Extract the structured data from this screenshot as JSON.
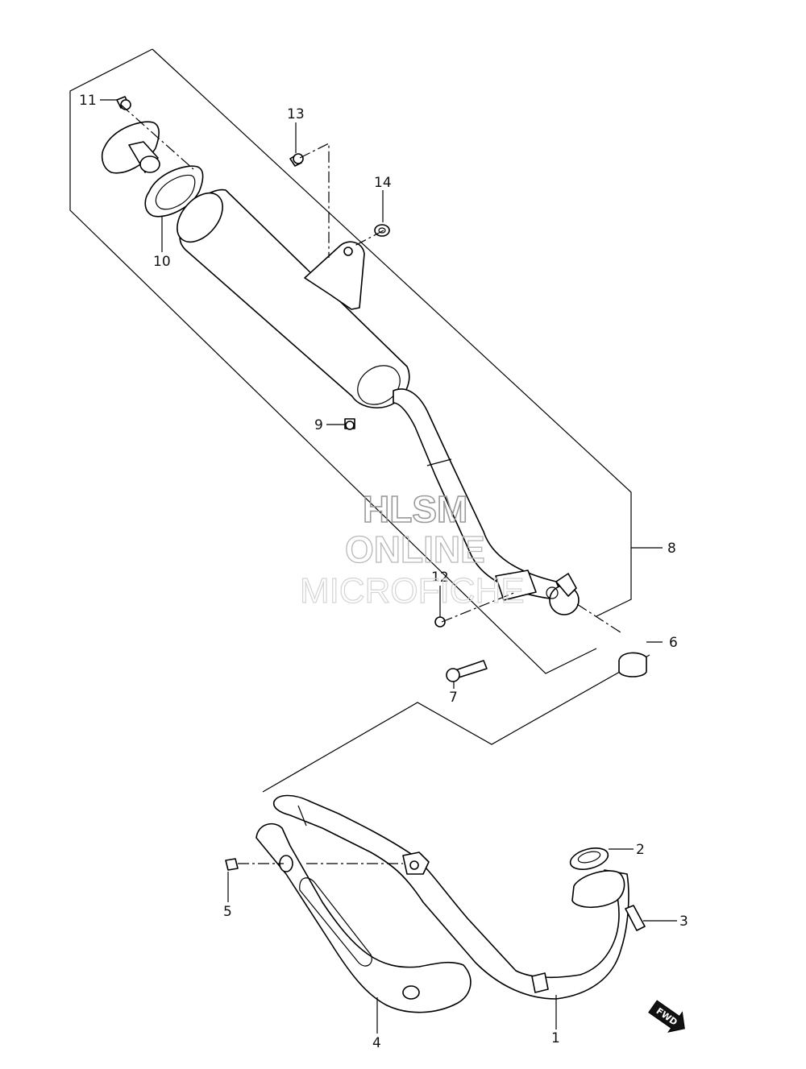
{
  "diagram": {
    "watermark": {
      "line1": "HLSM",
      "line2": "ONLINE",
      "line3": "MICROFICHE"
    },
    "callouts": [
      {
        "id": "c1",
        "label": "1"
      },
      {
        "id": "c2",
        "label": "2"
      },
      {
        "id": "c3",
        "label": "3"
      },
      {
        "id": "c4",
        "label": "4"
      },
      {
        "id": "c5",
        "label": "5"
      },
      {
        "id": "c6",
        "label": "6"
      },
      {
        "id": "c7",
        "label": "7"
      },
      {
        "id": "c8",
        "label": "8"
      },
      {
        "id": "c9",
        "label": "9"
      },
      {
        "id": "c10",
        "label": "10"
      },
      {
        "id": "c11",
        "label": "11"
      },
      {
        "id": "c12",
        "label": "12"
      },
      {
        "id": "c13",
        "label": "13"
      },
      {
        "id": "c14",
        "label": "14"
      }
    ],
    "direction_badge": "FWD"
  }
}
